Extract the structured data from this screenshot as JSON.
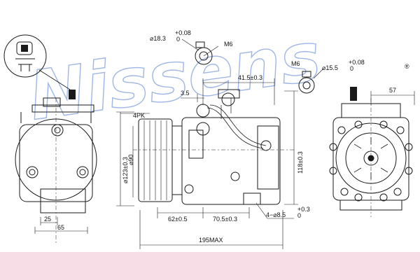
{
  "watermark": {
    "brand": "Nissens",
    "registered": "®"
  },
  "dimensions": {
    "d18": "⌀18.3",
    "d18_tol_upper": "+0.08",
    "d18_tol_lower": "0",
    "m6_top": "M6",
    "m6_right": "M6",
    "d15": "⌀15.5",
    "d15_tol_upper": "+0.08",
    "d15_tol_lower": "0",
    "d41": "41.5±0.3",
    "d57": "57",
    "d3_5": "3.5",
    "d4pk": "4PK",
    "d123": "⌀123±0.3",
    "d90": "⌀90",
    "d118": "118±0.3",
    "d62": "62±0.5",
    "d70": "70.5±0.3",
    "d4x85": "4−⌀8.5",
    "d4x85_tol_upper": "+0.3",
    "d4x85_tol_lower": "0",
    "d25": "25",
    "d65": "65",
    "d195": "195MAX"
  },
  "colors": {
    "line": "#1a1a1a",
    "watermark": "#9fb6e6",
    "bottom_bar": "#f6dde6"
  }
}
